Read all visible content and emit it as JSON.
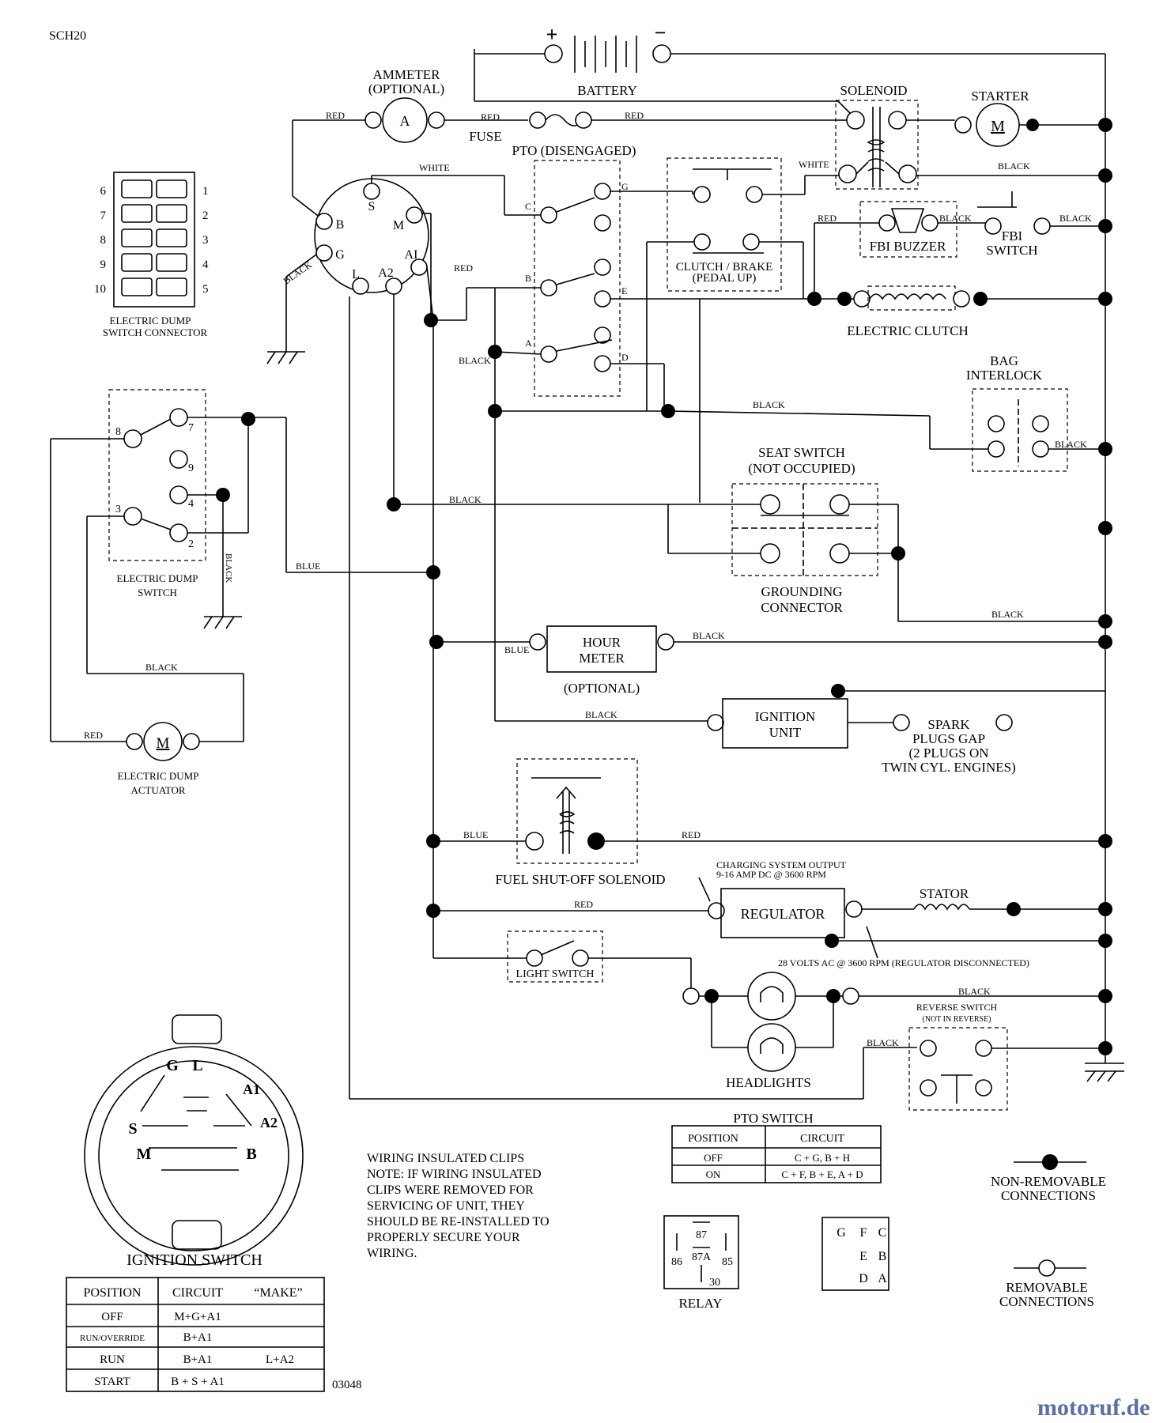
{
  "page": {
    "code": "SCH20",
    "drawing_number": "03048",
    "watermark": "motoruf.de"
  },
  "battery": {
    "label": "BATTERY",
    "plus": "+",
    "minus": "−"
  },
  "ammeter": {
    "label1": "AMMETER",
    "label2": "(OPTIONAL)",
    "symbol": "A"
  },
  "fuse": {
    "label": "FUSE"
  },
  "solenoid": {
    "label": "SOLENOID"
  },
  "starter": {
    "label": "STARTER",
    "symbol": "M"
  },
  "pto": {
    "label": "PTO (DISENGAGED)"
  },
  "clutch_brake": {
    "line1": "CLUTCH / BRAKE",
    "line2": "(PEDAL UP)"
  },
  "fbi_buzzer": {
    "label": "FBI BUZZER"
  },
  "fbi_switch": {
    "line1": "FBI",
    "line2": "SWITCH"
  },
  "electric_clutch": {
    "label": "ELECTRIC CLUTCH"
  },
  "bag_interlock": {
    "line1": "BAG",
    "line2": "INTERLOCK"
  },
  "seat_switch": {
    "line1": "SEAT SWITCH",
    "line2": "(NOT OCCUPIED)"
  },
  "grounding_connector": {
    "line1": "GROUNDING",
    "line2": "CONNECTOR"
  },
  "hour_meter": {
    "line1": "HOUR",
    "line2": "METER",
    "note": "(OPTIONAL)"
  },
  "ignition_unit": {
    "line1": "IGNITION",
    "line2": "UNIT"
  },
  "spark_plugs": {
    "line1": "SPARK",
    "line2": "PLUGS GAP",
    "line3": "(2 PLUGS ON",
    "line4": "TWIN CYL. ENGINES)"
  },
  "fuel_solenoid": {
    "label": "FUEL SHUT-OFF SOLENOID"
  },
  "regulator": {
    "label": "REGULATOR",
    "note1": "CHARGING SYSTEM OUTPUT",
    "note2": "9-16 AMP DC @ 3600 RPM",
    "note3": "28 VOLTS AC @ 3600 RPM (REGULATOR DISCONNECTED)"
  },
  "stator": {
    "label": "STATOR"
  },
  "light_switch": {
    "label": "LIGHT SWITCH"
  },
  "headlights": {
    "label": "HEADLIGHTS"
  },
  "reverse_switch": {
    "line1": "REVERSE SWITCH",
    "line2": "(NOT IN REVERSE)"
  },
  "dump_connector": {
    "line1": "ELECTRIC DUMP",
    "line2": "SWITCH CONNECTOR",
    "left_pins": [
      "6",
      "7",
      "8",
      "9",
      "10"
    ],
    "right_pins": [
      "1",
      "2",
      "3",
      "4",
      "5"
    ]
  },
  "dump_switch": {
    "line1": "ELECTRIC DUMP",
    "line2": "SWITCH",
    "pins": [
      "8",
      "7",
      "9",
      "4",
      "3",
      "2"
    ]
  },
  "dump_actuator": {
    "line1": "ELECTRIC DUMP",
    "line2": "ACTUATOR",
    "symbol": "M"
  },
  "ignition_terminals": {
    "S": "S",
    "M": "M",
    "B": "B",
    "G": "G",
    "L": "L",
    "A2": "A2",
    "A1": "AI"
  },
  "pto_terminals": {
    "C": "C",
    "G": "G",
    "B": "B",
    "E": "E",
    "A": "A",
    "D": "D"
  },
  "wires": {
    "red": "RED",
    "black": "BLACK",
    "white": "WHITE",
    "blue": "BLUE"
  },
  "pto_table": {
    "title": "PTO SWITCH",
    "headers": [
      "POSITION",
      "CIRCUIT"
    ],
    "rows": [
      [
        "OFF",
        "C + G, B + H"
      ],
      [
        "ON",
        "C + F, B + E, A + D"
      ]
    ]
  },
  "ignition_switch": {
    "title": "IGNITION SWITCH",
    "face_labels": [
      "G",
      "L",
      "A1",
      "S",
      "A2",
      "M",
      "B"
    ],
    "headers": [
      "POSITION",
      "CIRCUIT",
      "“MAKE”"
    ],
    "rows": [
      [
        "OFF",
        "M+G+A1",
        ""
      ],
      [
        "RUN/OVERRIDE",
        "B+A1",
        ""
      ],
      [
        "RUN",
        "B+A1",
        "L+A2"
      ],
      [
        "START",
        "B + S + A1",
        ""
      ]
    ]
  },
  "note": {
    "lines": [
      "WIRING INSULATED CLIPS",
      "NOTE:  IF WIRING INSULATED",
      "CLIPS WERE REMOVED FOR",
      "SERVICING OF UNIT, THEY",
      "SHOULD BE RE-INSTALLED TO",
      "PROPERLY SECURE YOUR",
      "WIRING."
    ]
  },
  "relay": {
    "label": "RELAY",
    "pins": [
      "87",
      "87A",
      "86",
      "85",
      "30"
    ]
  },
  "pto_pinout": {
    "pins": [
      "G",
      "F",
      "C",
      "E",
      "B",
      "D",
      "A"
    ]
  },
  "legend": {
    "non_removable": [
      "NON-REMOVABLE",
      "CONNECTIONS"
    ],
    "removable": [
      "REMOVABLE",
      "CONNECTIONS"
    ]
  }
}
